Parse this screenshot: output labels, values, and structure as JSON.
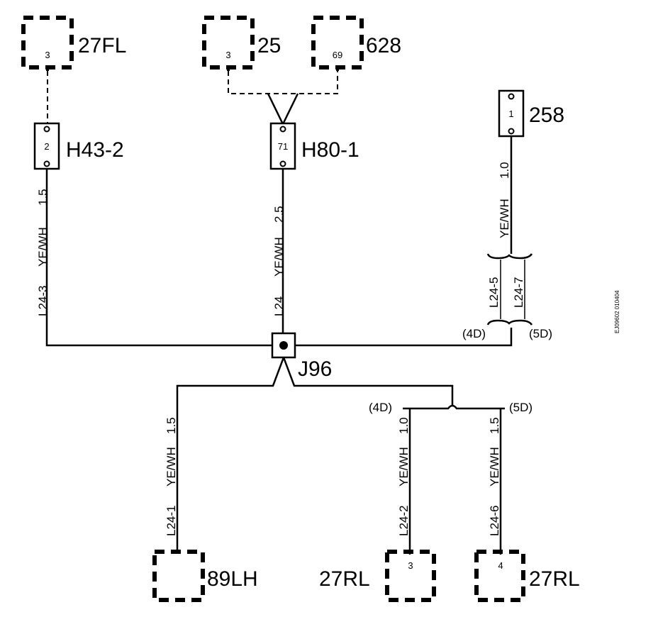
{
  "components": {
    "c27fl": {
      "name": "27FL",
      "pin": "3"
    },
    "c25": {
      "name": "25",
      "pin": "3"
    },
    "c628": {
      "name": "628",
      "pin": "69"
    },
    "c258": {
      "name": "258",
      "pin": "1"
    },
    "h43": {
      "name": "H43-2",
      "pin": "2"
    },
    "h80": {
      "name": "H80-1",
      "pin": "71"
    },
    "j96": {
      "name": "J96"
    },
    "c89lh": {
      "name": "89LH"
    },
    "c27rl_a": {
      "name": "27RL",
      "pin": "3"
    },
    "c27rl_b": {
      "name": "27RL",
      "pin": "4"
    }
  },
  "wires": {
    "l24_3": {
      "id": "L24-3",
      "color": "YE/WH",
      "size": "1.5"
    },
    "l24": {
      "id": "L24",
      "color": "YE/WH",
      "size": "2.5"
    },
    "w258": {
      "color": "YE/WH",
      "size": "1.0"
    },
    "l24_5": {
      "id": "L24-5"
    },
    "l24_7": {
      "id": "L24-7"
    },
    "l24_1": {
      "id": "L24-1",
      "color": "YE/WH",
      "size": "1.5"
    },
    "l24_2": {
      "id": "L24-2",
      "color": "YE/WH",
      "size": "1.0"
    },
    "l24_6": {
      "id": "L24-6",
      "color": "YE/WH",
      "size": "1.5"
    }
  },
  "variants": {
    "d4": "(4D)",
    "d5": "(5D)"
  },
  "ref_code": "EJ09602 010404"
}
